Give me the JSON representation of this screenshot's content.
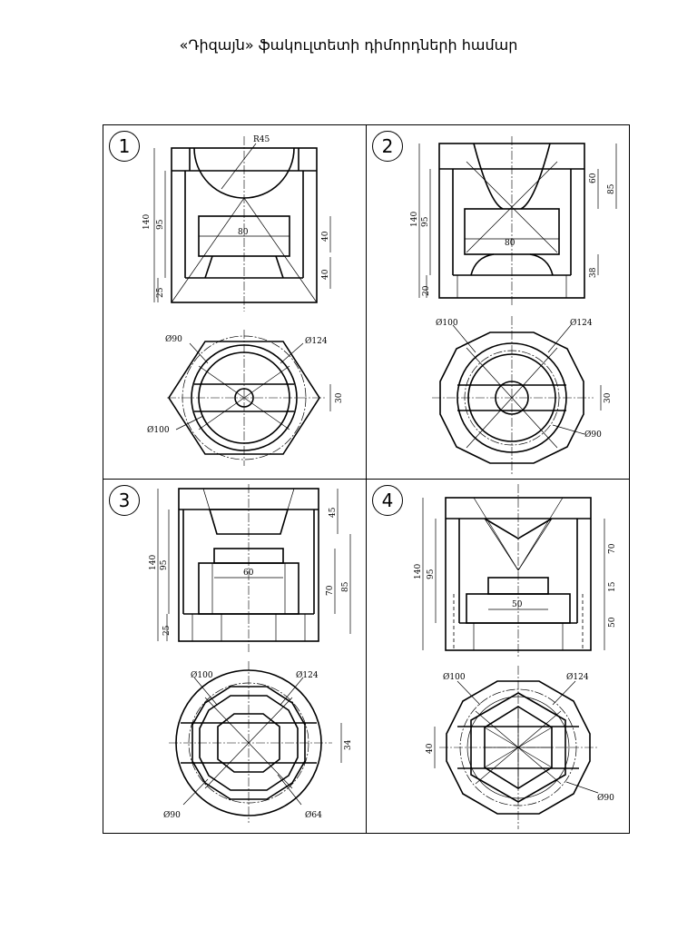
{
  "title": "«Դիզայն» ֆակուլտետի դիմորդների համար",
  "drawings": [
    {
      "number": "1",
      "front_dims": {
        "r": "R45",
        "h140": "140",
        "h95": "95",
        "h25": "25",
        "w80": "80",
        "d40a": "40",
        "d40b": "40"
      },
      "top_dims": {
        "d90": "Ø90",
        "d124": "Ø124",
        "d100": "Ø100",
        "d30": "30"
      }
    },
    {
      "number": "2",
      "front_dims": {
        "h140": "140",
        "h95": "95",
        "h20": "20",
        "w80": "80",
        "d60": "60",
        "d85": "85",
        "d38": "38"
      },
      "top_dims": {
        "d100": "Ø100",
        "d124": "Ø124",
        "d90": "Ø90",
        "d30": "30"
      }
    },
    {
      "number": "3",
      "front_dims": {
        "h140": "140",
        "h95": "95",
        "h25": "25",
        "w60": "60",
        "d45": "45",
        "d70": "70",
        "d85": "85"
      },
      "top_dims": {
        "d100": "Ø100",
        "d124": "Ø124",
        "d90": "Ø90",
        "d64": "Ø64",
        "d34": "34"
      }
    },
    {
      "number": "4",
      "front_dims": {
        "h140": "140",
        "h95": "95",
        "w50": "50",
        "d70": "70",
        "d15": "15",
        "d50": "50"
      },
      "top_dims": {
        "d100": "Ø100",
        "d124": "Ø124",
        "d90": "Ø90",
        "d40": "40"
      }
    }
  ]
}
